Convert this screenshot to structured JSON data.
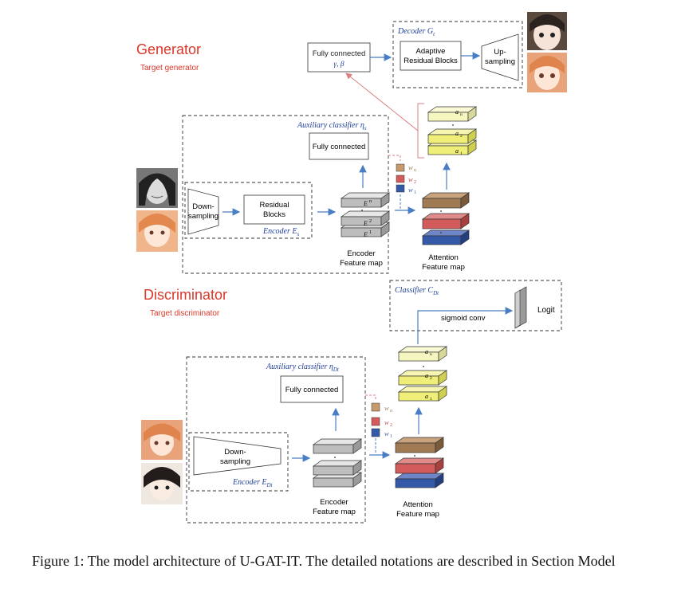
{
  "generator": {
    "title": "Generator",
    "subtitle": "Target generator",
    "fc_gamma_beta": {
      "line1": "Fully connected",
      "line2": "γ, β"
    },
    "decoder": {
      "label": "Decoder G",
      "sub": "t",
      "arb_line1": "Adaptive",
      "arb_line2": "Residual Blocks",
      "up_line1": "Up-",
      "up_line2": "sampling"
    },
    "encoder": {
      "label": "Encoder E",
      "sub": "s",
      "down_line1": "Down-",
      "down_line2": "sampling",
      "res_line1": "Residual",
      "res_line2": "Blocks"
    },
    "aux": {
      "label": "Auxiliary classifier η",
      "sub": "s",
      "fc": "Fully connected"
    },
    "enc_fm": {
      "line1": "Encoder",
      "line2": "Feature map",
      "layers": [
        "E",
        "E",
        "E"
      ],
      "layer_sup": [
        "n",
        "2",
        "1"
      ],
      "layer_sub": "s"
    },
    "weights": [
      "w",
      "w",
      "w"
    ],
    "weight_sub": [
      "n",
      "2",
      "1"
    ],
    "att_fm": {
      "line1": "Attention",
      "line2": "Feature map"
    },
    "alphas": [
      "a",
      "a",
      "a"
    ],
    "alpha_sub": [
      "n",
      "2",
      "1"
    ]
  },
  "discriminator": {
    "title": "Discriminator",
    "subtitle": "Target discriminator",
    "classifier": {
      "label": "Classifier C",
      "sub": "Dt",
      "conv": "sigmoid conv",
      "logit": "Logit"
    },
    "aux": {
      "label": "Auxiliary classifier η",
      "sub": "Dt",
      "fc": "Fully connected"
    },
    "encoder": {
      "label": "Encoder E",
      "sub": "Dt",
      "down_line1": "Down-",
      "down_line2": "sampling"
    },
    "enc_fm": {
      "line1": "Encoder",
      "line2": "Feature map"
    },
    "att_fm": {
      "line1": "Attention",
      "line2": "Feature map"
    }
  },
  "caption": "Figure 1: The model architecture of U-GAT-IT. The detailed notations are described in Section Model",
  "colors": {
    "title_red": "#d9382a",
    "blue_label": "#1f3f9a",
    "arrow": "#4a7ec4",
    "brown": "#a07a52",
    "red": "#d45b5b",
    "blue": "#3359a8",
    "yellow": "#f0f08a",
    "gray": "#cfcfcf",
    "feedback": "#d98080"
  }
}
